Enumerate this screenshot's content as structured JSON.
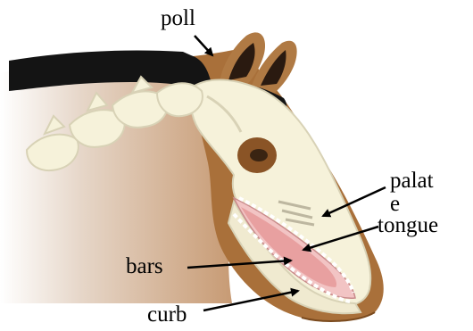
{
  "labels": {
    "poll": "poll",
    "palate": "palat e",
    "tongue": "tongue",
    "bars": "bars",
    "curb": "curb"
  },
  "colors": {
    "coat": "#a9703a",
    "coat_dark": "#7a4a1e",
    "mane": "#141414",
    "bone": "#f6f2da",
    "bone_edge": "#d8d2b6",
    "neck_shade": "#d6c4b4",
    "tongue": "#e8a0a0",
    "mouth": "#f2c4c4",
    "eye": "#6b3a17"
  }
}
